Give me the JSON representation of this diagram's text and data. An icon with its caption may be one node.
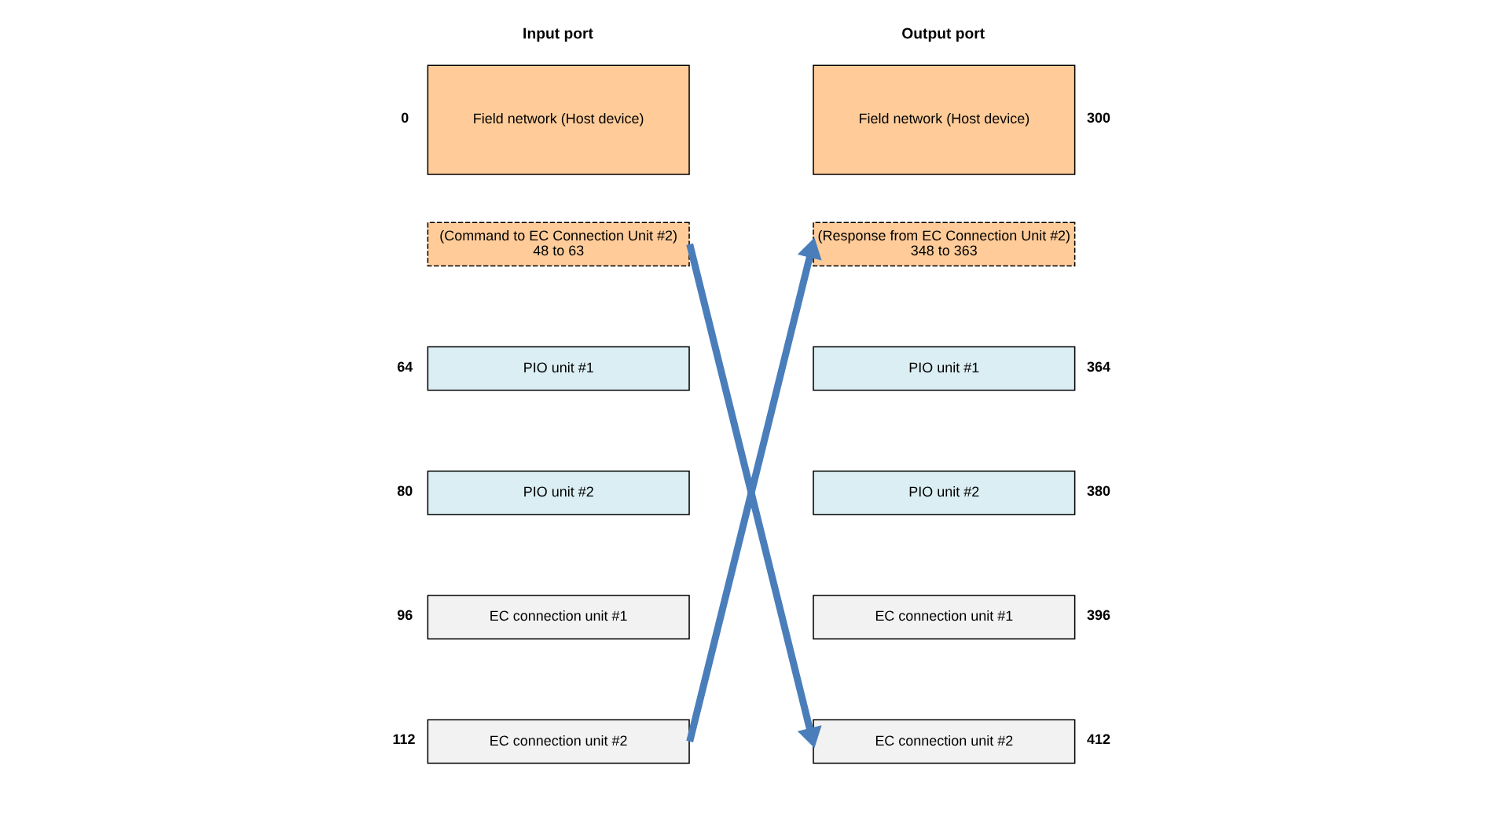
{
  "diagram": {
    "nodes": [
      {
        "text": [
          "Field network (Host device)"
        ],
        "beside": [
          "0"
        ]
      },
      {
        "text": [
          "(Command to EC Connection Unit #2)",
          "48 to 63"
        ]
      },
      {
        "text": [
          "PIO unit #1"
        ],
        "beside": [
          "64"
        ]
      },
      {
        "text": [
          "PIO unit #2"
        ],
        "beside": [
          "80"
        ]
      },
      {
        "text": [
          "EC connection unit #1"
        ],
        "beside": [
          "96"
        ]
      },
      {
        "text": [
          "EC connection unit #2"
        ],
        "beside": [
          "112"
        ]
      },
      {
        "text": [
          "Field network (Host device)"
        ],
        "beside": [
          "300"
        ]
      },
      {
        "text": [
          "(Response from EC Connection Unit #2)",
          "348 to 363"
        ]
      },
      {
        "text": [
          "PIO unit #1"
        ],
        "beside": [
          "364"
        ]
      },
      {
        "text": [
          "PIO unit #2"
        ],
        "beside": [
          "380"
        ]
      },
      {
        "text": [
          "EC connection unit #1"
        ],
        "beside": [
          "396"
        ]
      },
      {
        "text": [
          "EC connection unit #2"
        ],
        "beside": [
          "412"
        ]
      }
    ],
    "edges": [
      {
        "from": 1,
        "to": 11,
        "arrow": "to"
      },
      {
        "from": 5,
        "to": 7,
        "arrow": "to"
      }
    ],
    "labels": [
      "Input port",
      "Output port"
    ]
  }
}
